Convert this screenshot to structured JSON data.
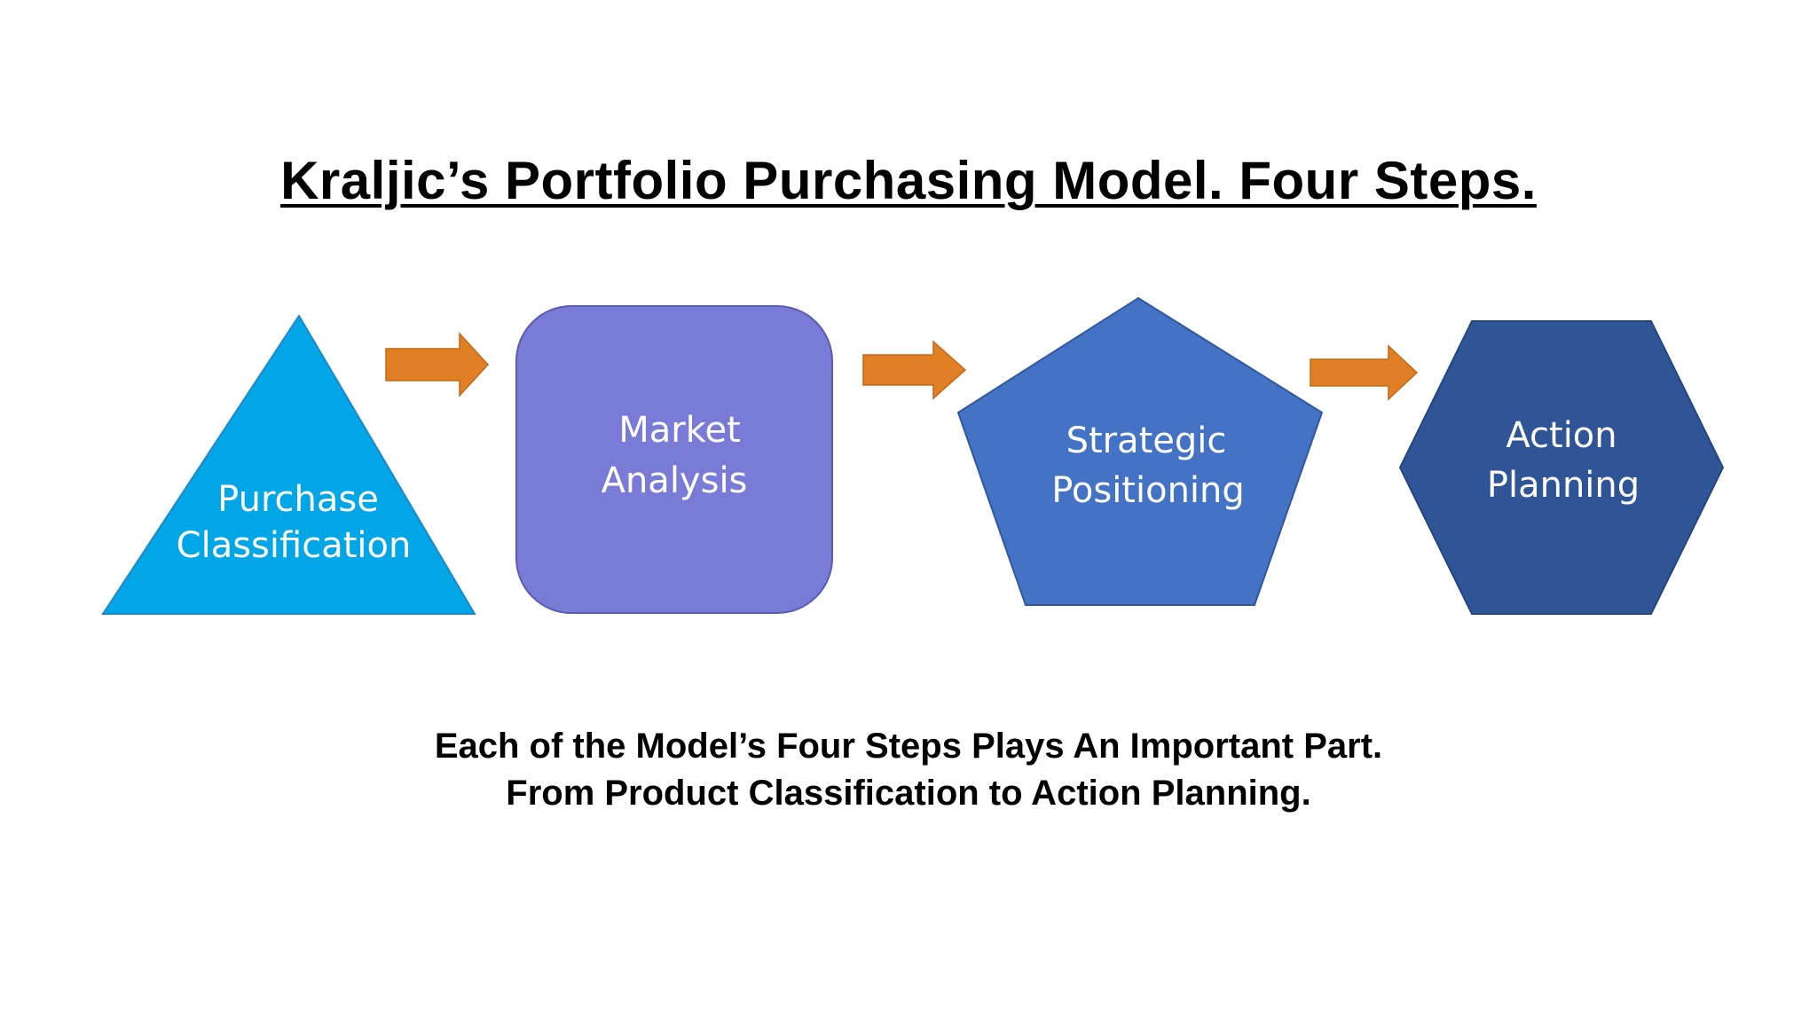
{
  "title": "Kraljic’s Portfolio Purchasing Model.  Four Steps.",
  "steps": [
    {
      "lines": [
        "Purchase",
        "Classification"
      ],
      "shape": "triangle",
      "color": "#00A6E6"
    },
    {
      "lines": [
        "Market",
        "Analysis"
      ],
      "shape": "rounded-square",
      "color": "#7A7BD6"
    },
    {
      "lines": [
        "Strategic",
        "Positioning"
      ],
      "shape": "pentagon",
      "color": "#4472C4"
    },
    {
      "lines": [
        "Action",
        "Planning"
      ],
      "shape": "hexagon",
      "color": "#2F5597"
    }
  ],
  "arrow_color": "#E07F23",
  "caption": {
    "line1": "Each of the Model’s Four Steps Plays An Important Part.",
    "line2": "From Product Classification to Action Planning."
  }
}
